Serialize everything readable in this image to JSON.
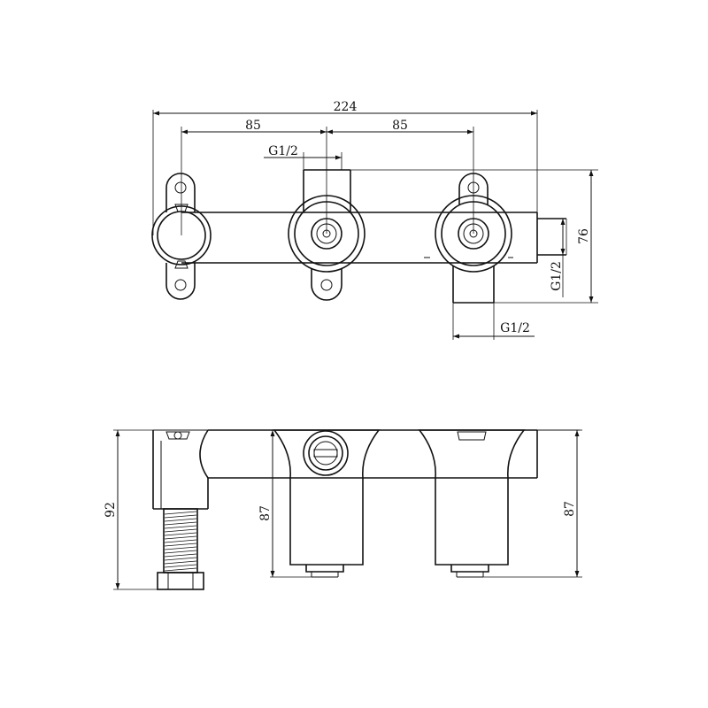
{
  "top_view": {
    "overall_width": "224",
    "spacing_left": "85",
    "spacing_right": "85",
    "thread_top": "G1/2",
    "thread_bottom": "G1/2",
    "thread_side": "G1/2",
    "height": "76"
  },
  "front_view": {
    "height_left": "92",
    "height_mid": "87",
    "height_right": "87"
  }
}
